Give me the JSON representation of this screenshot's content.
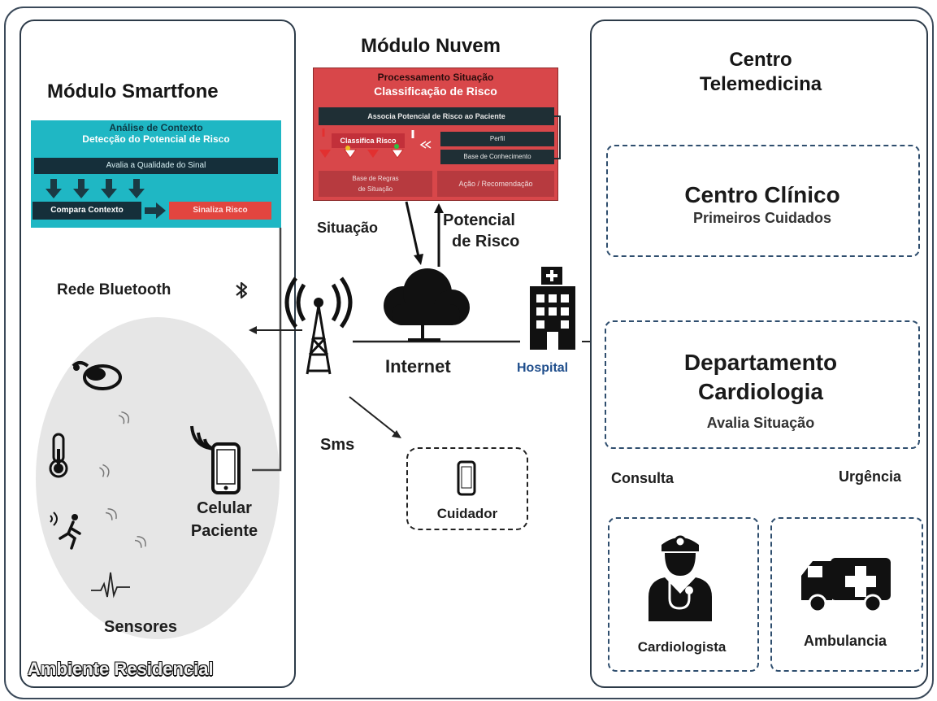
{
  "smartphone_module": {
    "title": "Módulo Smartfone",
    "context_title": "Análise de Contexto",
    "context_subtitle": "Detecção do Potencial de Risco",
    "signal_quality": "Avalia a Qualidade do Sinal",
    "compare_context": "Compara Contexto",
    "signal_risk": "Sinaliza Risco",
    "bluetooth_label": "Rede Bluetooth",
    "phone_label_1": "Celular",
    "phone_label_2": "Paciente",
    "sensors_label": "Sensores",
    "environment_label": "Ambiente Residencial"
  },
  "cloud_module": {
    "title": "Módulo Nuvem",
    "processing_title": "Processamento Situação",
    "risk_classification": "Classificação de Risco",
    "associate_risk": "Associa Potencial de Risco ao Paciente",
    "classify_risk": "Classifica Risco",
    "profile": "Perfil",
    "knowledge_base": "Base de Conhecimento",
    "rules_base_1": "Base de Regras",
    "rules_base_2": "de Situação",
    "action": "Ação / Recomendação",
    "situation_label": "Situação",
    "risk_potential_1": "Potencial",
    "risk_potential_2": "de Risco",
    "internet_label": "Internet",
    "hospital_label": "Hospital",
    "sms_label": "Sms",
    "caregiver_label": "Cuidador"
  },
  "telemedicine": {
    "title_1": "Centro",
    "title_2": "Telemedicina",
    "clinical_center": "Centro Clínico",
    "first_care": "Primeiros Cuidados",
    "cardiology_1": "Departamento",
    "cardiology_2": "Cardiologia",
    "evaluate_situation": "Avalia Situação",
    "consultation": "Consulta",
    "urgency": "Urgência",
    "cardiologist": "Cardiologista",
    "ambulance": "Ambulancia"
  },
  "icons": [
    "bluetooth-icon",
    "cell-tower-icon",
    "cloud-icon",
    "hospital-icon",
    "smartphone-icon",
    "thermometer-icon",
    "blood-pressure-icon",
    "fall-detection-icon",
    "ecg-icon",
    "doctor-icon",
    "ambulance-icon"
  ],
  "colors": {
    "smartphone_box": "#1fb7c4",
    "cloud_box": "#d8474a",
    "dark_bar": "#152f3a",
    "risk_red": "#e2453f",
    "dashed_border": "#2f4e6e"
  }
}
